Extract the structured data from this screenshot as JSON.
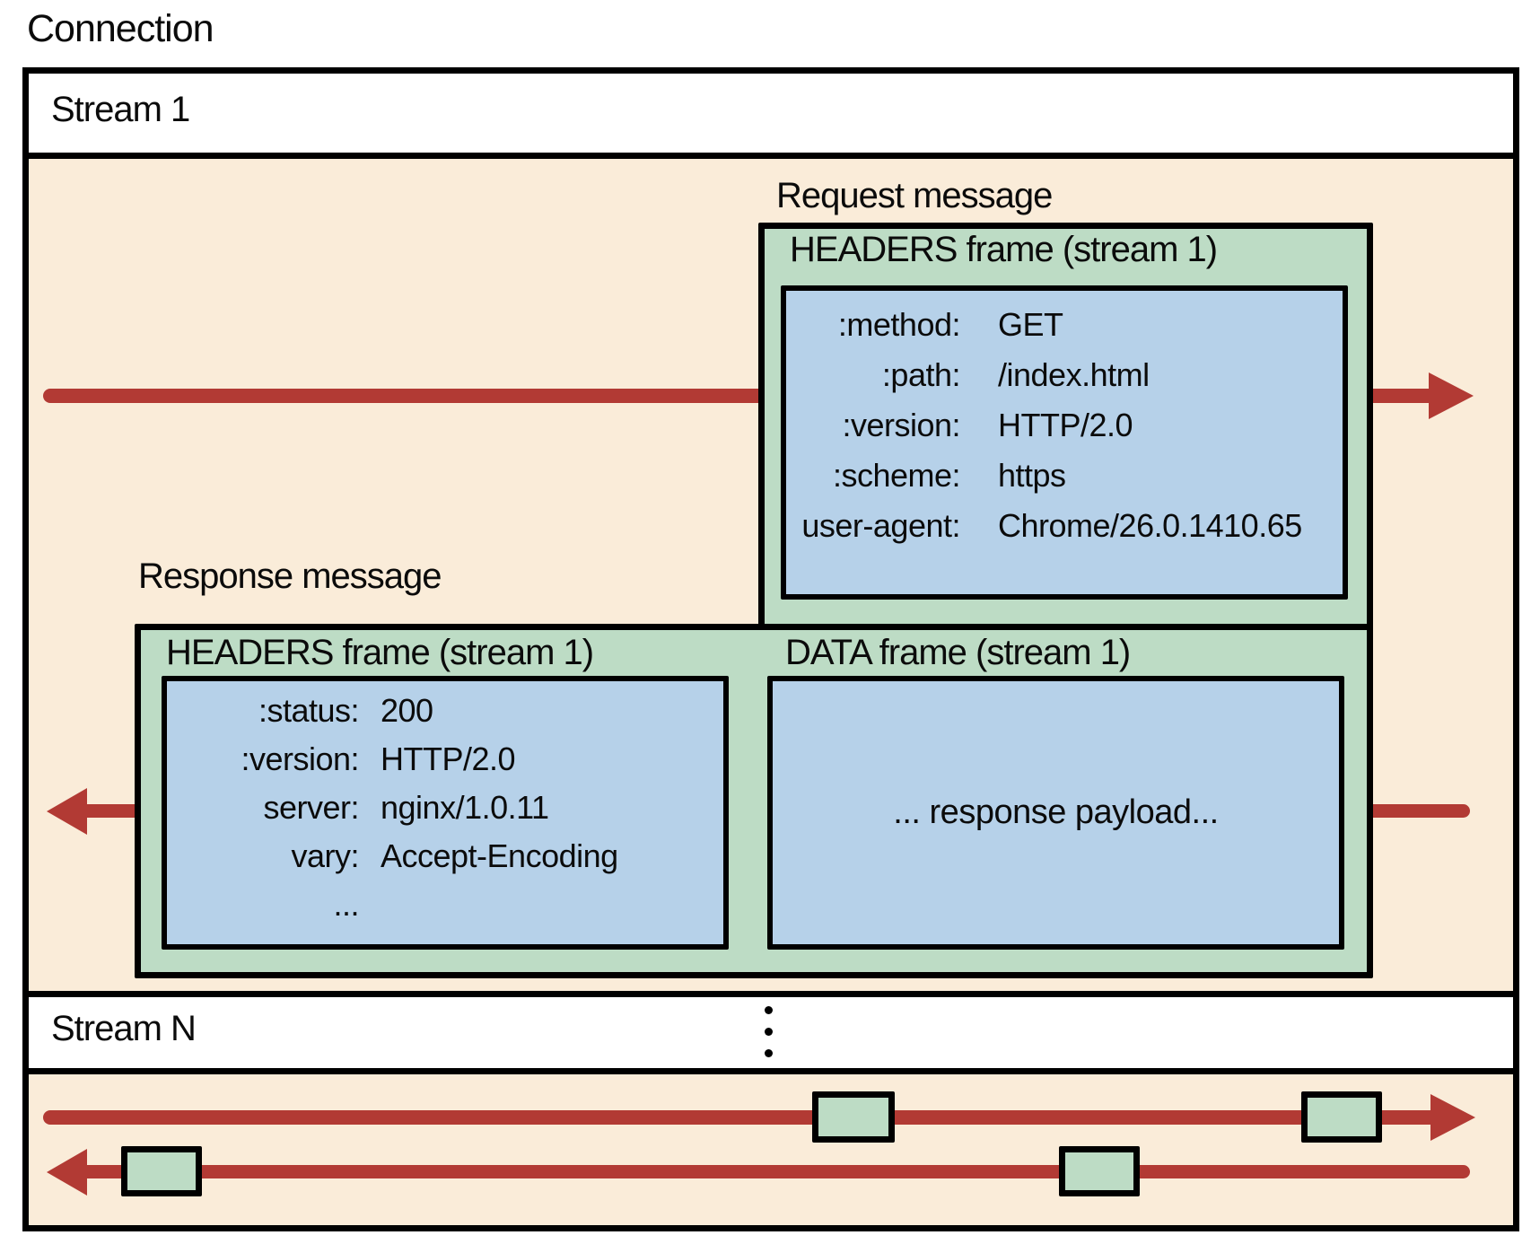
{
  "title": "Connection",
  "stream1": {
    "label": "Stream 1"
  },
  "streamN": {
    "label": "Stream N",
    "ellipsis": "⋮"
  },
  "request": {
    "label": "Request message",
    "frame_title": "HEADERS frame (stream 1)",
    "headers": [
      {
        "key": ":method:",
        "value": "GET"
      },
      {
        "key": ":path:",
        "value": "/index.html"
      },
      {
        "key": ":version:",
        "value": "HTTP/2.0"
      },
      {
        "key": ":scheme:",
        "value": "https"
      },
      {
        "key": "user-agent:",
        "value": "Chrome/26.0.1410.65"
      }
    ]
  },
  "response": {
    "label": "Response message",
    "headers_frame_title": "HEADERS frame (stream 1)",
    "data_frame_title": "DATA frame (stream 1)",
    "headers": [
      {
        "key": ":status:",
        "value": "200"
      },
      {
        "key": ":version:",
        "value": "HTTP/2.0"
      },
      {
        "key": "server:",
        "value": "nginx/1.0.11"
      },
      {
        "key": "vary:",
        "value": "Accept-Encoding"
      },
      {
        "key": "...",
        "value": ""
      }
    ],
    "payload": "... response payload..."
  },
  "colors": {
    "peach": "#faecd9",
    "green": "#bddcc5",
    "blue": "#b6d1e9",
    "red": "#b23a34",
    "border": "#000000"
  }
}
